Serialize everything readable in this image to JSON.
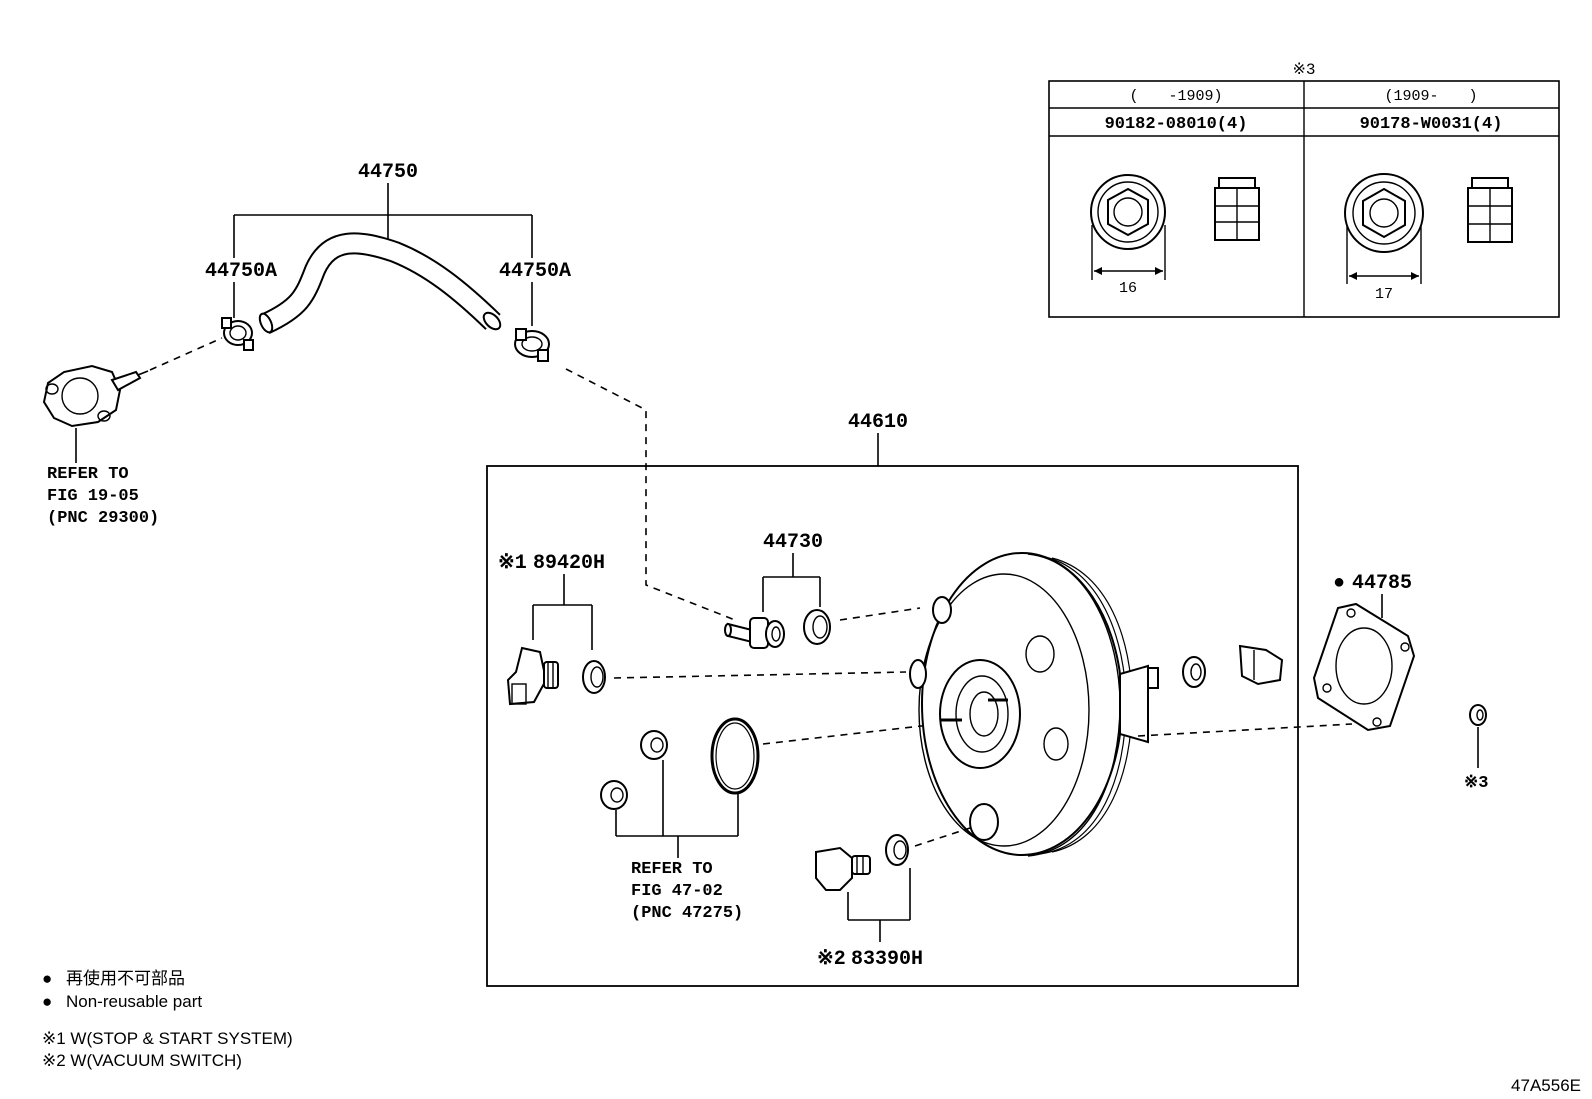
{
  "table": {
    "marker": "※3",
    "columns": [
      {
        "range": "(　　-1909)",
        "part_no": "90182-08010(4)",
        "dimension": "16"
      },
      {
        "range": "(1909-　　)",
        "part_no": "90178-W0031(4)",
        "dimension": "17"
      }
    ]
  },
  "hose": {
    "part_no": "44750",
    "clamp_left": "44750A",
    "clamp_right": "44750A"
  },
  "vacuum_pump_ref": {
    "line1": "REFER TO",
    "line2": "FIG 19-05",
    "line3": "(PNC 29300)"
  },
  "booster": {
    "part_no": "44610",
    "check_valve": "44730",
    "switch_1": {
      "marker": "※1",
      "part_no": "89420H"
    },
    "switch_2": {
      "marker": "※2",
      "part_no": "83390H"
    },
    "gasket": {
      "marker": "●",
      "part_no": "44785"
    },
    "nut_marker": "※3"
  },
  "nut_ref": {
    "line1": "REFER TO",
    "line2": "FIG 47-02",
    "line3": "(PNC 47275)"
  },
  "legend": {
    "bullet": "●",
    "jp": "再使用不可部品",
    "en": "Non-reusable part",
    "note1": "※1 W(STOP & START SYSTEM)",
    "note2": "※2 W(VACUUM SWITCH)"
  },
  "figure_code": "47A556E"
}
